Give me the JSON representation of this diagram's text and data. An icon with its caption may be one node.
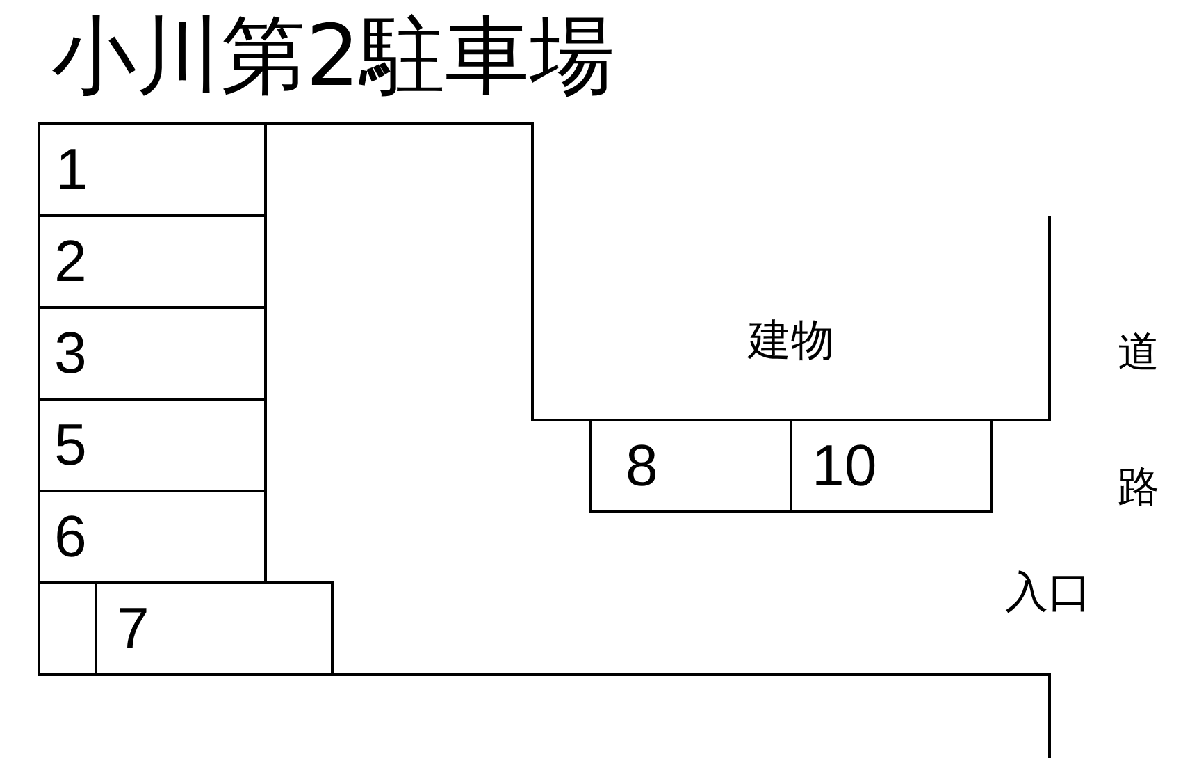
{
  "diagram": {
    "title": "小川第2駐車場",
    "nodes": [
      {
        "text": [
          "1"
        ]
      },
      {
        "text": [
          "2"
        ]
      },
      {
        "text": [
          "3"
        ]
      },
      {
        "text": [
          "5"
        ]
      },
      {
        "text": [
          "6"
        ]
      },
      {
        "text": [],
        "shape": "box"
      },
      {
        "text": [
          "7"
        ]
      },
      {
        "text": [
          "建物"
        ]
      },
      {
        "text": [
          "8"
        ]
      },
      {
        "text": [
          "10"
        ]
      }
    ],
    "labels": [
      "道路",
      "入口"
    ]
  }
}
